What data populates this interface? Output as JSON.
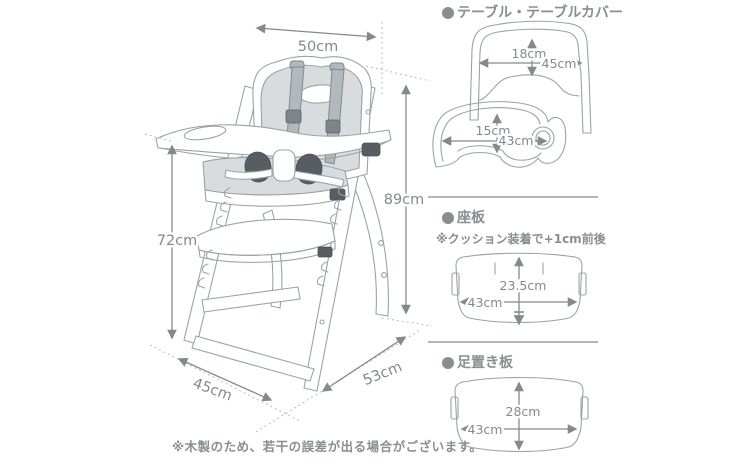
{
  "colors": {
    "outline": "#9aa3a8",
    "label_text": "#8a8e92",
    "dimension_text": "#85898d",
    "cushion_fill": "#d9dcde",
    "dark_fill": "#585d63"
  },
  "chair_diagram": {
    "dimensions": {
      "top_width": "50cm",
      "total_height": "89cm",
      "tray_height": "72cm",
      "base_depth_front": "45cm",
      "base_depth_side": "53cm"
    },
    "note": "※木製のため、若干の誤差が出る場合がございます。"
  },
  "sections": {
    "table": {
      "title": "テーブル・テーブルカバー",
      "cover": {
        "height": "18cm",
        "width": "45cm"
      },
      "tray": {
        "depth": "15cm",
        "width": "43cm"
      }
    },
    "seat": {
      "title": "座板",
      "note": "※クッション装着で+1cm前後",
      "board": {
        "depth": "23.5cm",
        "width": "43cm"
      }
    },
    "footrest": {
      "title": "足置き板",
      "board": {
        "depth": "28cm",
        "width": "43cm"
      }
    }
  }
}
